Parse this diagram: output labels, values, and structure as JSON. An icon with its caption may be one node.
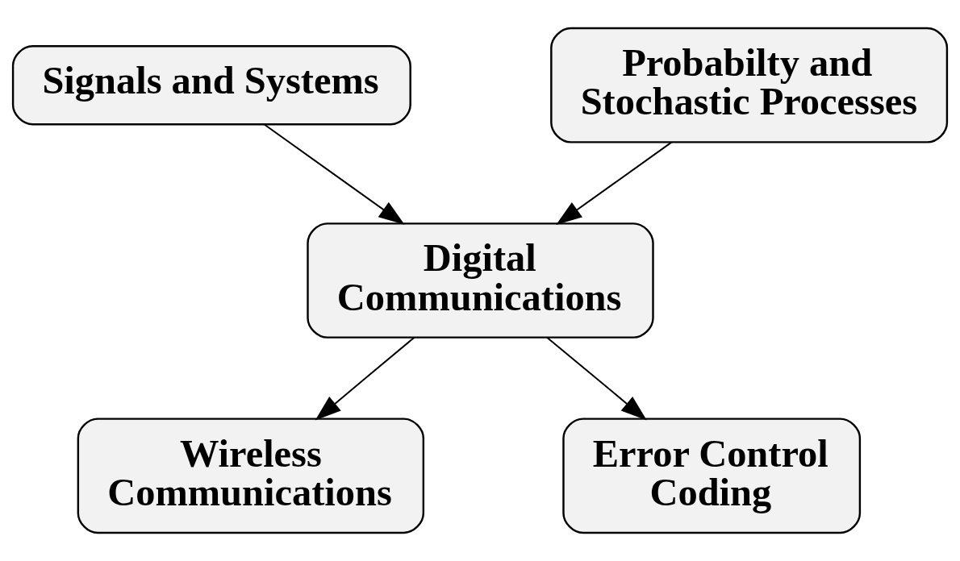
{
  "diagram": {
    "nodes": [
      {
        "text": [
          "Signals and Systems"
        ]
      },
      {
        "text": [
          "Probabilty and Stochastic Processes"
        ]
      },
      {
        "text": [
          "Digital Communications"
        ]
      },
      {
        "text": [
          "Wireless Communications"
        ]
      },
      {
        "text": [
          "Error Control Coding"
        ]
      }
    ],
    "edges": [
      {
        "from": 0,
        "to": 2,
        "arrow": "to"
      },
      {
        "from": 1,
        "to": 2,
        "arrow": "to"
      },
      {
        "from": 2,
        "to": 3,
        "arrow": "to"
      },
      {
        "from": 2,
        "to": 4,
        "arrow": "to"
      }
    ]
  }
}
